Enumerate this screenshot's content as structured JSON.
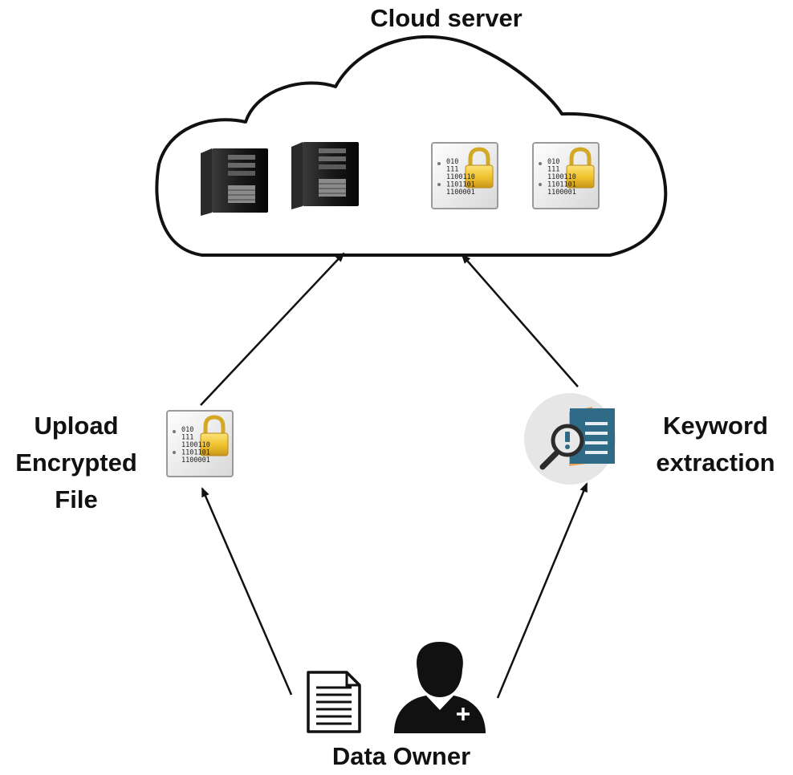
{
  "title": "Cloud server",
  "upload": {
    "lines": [
      "Upload",
      "Encrypted",
      "File"
    ]
  },
  "keyword": {
    "lines": [
      "Keyword",
      "extraction"
    ]
  },
  "owner": {
    "label": "Data Owner"
  },
  "file_icon_binary": [
    "010",
    "111",
    "1100110",
    "1101101",
    "1100001"
  ],
  "colors": {
    "stroke": "#111111",
    "lock_gold": "#f2c530",
    "lock_gold_dark": "#c9961a",
    "magnifier_blue": "#2f5f7a",
    "doc_page": "#2f6a86",
    "doc_orange": "#f0a050",
    "keyword_circle": "#e6e6e6"
  },
  "icons": [
    "server-icon",
    "encrypted-file-icon",
    "keyword-search-icon",
    "document-icon",
    "user-icon"
  ]
}
